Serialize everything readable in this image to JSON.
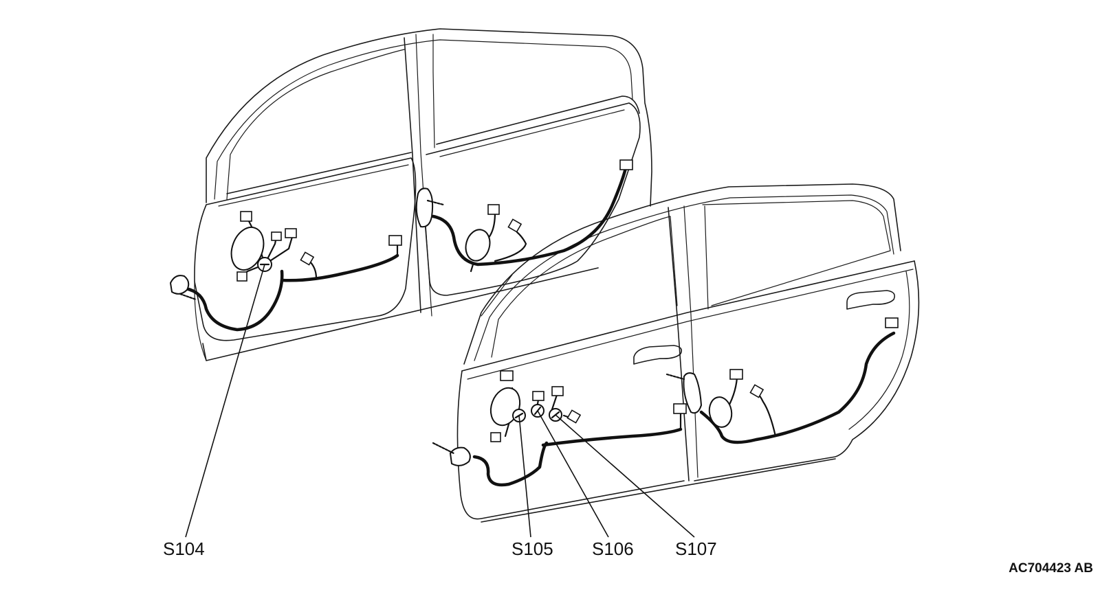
{
  "diagram": {
    "callouts": [
      {
        "id": "S104",
        "label": "S104"
      },
      {
        "id": "S105",
        "label": "S105"
      },
      {
        "id": "S106",
        "label": "S106"
      },
      {
        "id": "S107",
        "label": "S107"
      }
    ],
    "figure_id": "AC704423 AB"
  }
}
